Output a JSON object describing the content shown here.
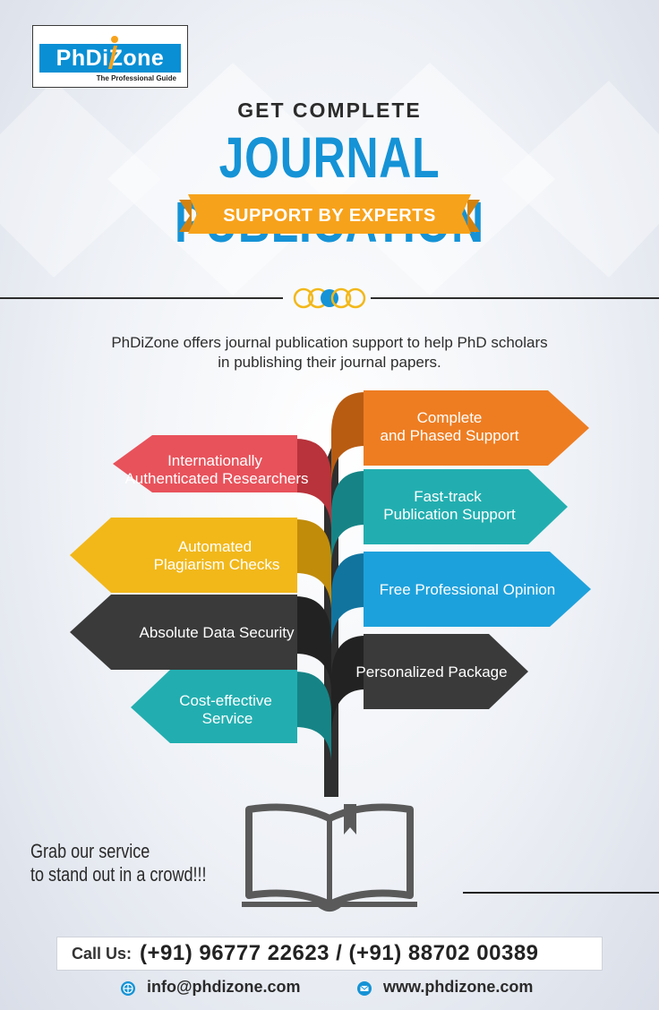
{
  "logo": {
    "name": "PhDiZone",
    "tagline": "The Professional Guide"
  },
  "headline": {
    "line1": "GET COMPLETE",
    "line2": "JOURNAL PUBLICATION",
    "line3": "SUPPORT BY EXPERTS"
  },
  "intro": {
    "line1": "PhDiZone offers journal publication support to help PhD scholars",
    "line2": "in publishing their journal papers."
  },
  "left_banners": [
    {
      "line1": "Internationally",
      "line2": "Authenticated Researchers",
      "color": "#e8525b"
    },
    {
      "line1": "Automated",
      "line2": "Plagiarism Checks",
      "color": "#f2b81a"
    },
    {
      "line1": "Absolute Data Security",
      "line2": "",
      "color": "#3a3a3a"
    },
    {
      "line1": "Cost-effective",
      "line2": "Service",
      "color": "#22aeb0"
    }
  ],
  "right_banners": [
    {
      "line1": "Complete",
      "line2": "and Phased Support",
      "color": "#ee7d22"
    },
    {
      "line1": "Fast-track",
      "line2": "Publication Support",
      "color": "#22aeb0"
    },
    {
      "line1": "Free Professional Opinion",
      "line2": "",
      "color": "#1da1dc"
    },
    {
      "line1": "Personalized Package",
      "line2": "",
      "color": "#3a3a3a"
    }
  ],
  "slogan": {
    "line1": "Grab our service",
    "line2": "to stand out in a crowd!!!"
  },
  "contact": {
    "call_label": "Call Us:",
    "phones": "(+91) 96777 22623 / (+91) 88702 00389",
    "email": "info@phdizone.com",
    "website": "www.phdizone.com"
  },
  "colors": {
    "brand_blue": "#1593d6",
    "ribbon_orange": "#f7a21b",
    "dark": "#2d2d2d"
  }
}
